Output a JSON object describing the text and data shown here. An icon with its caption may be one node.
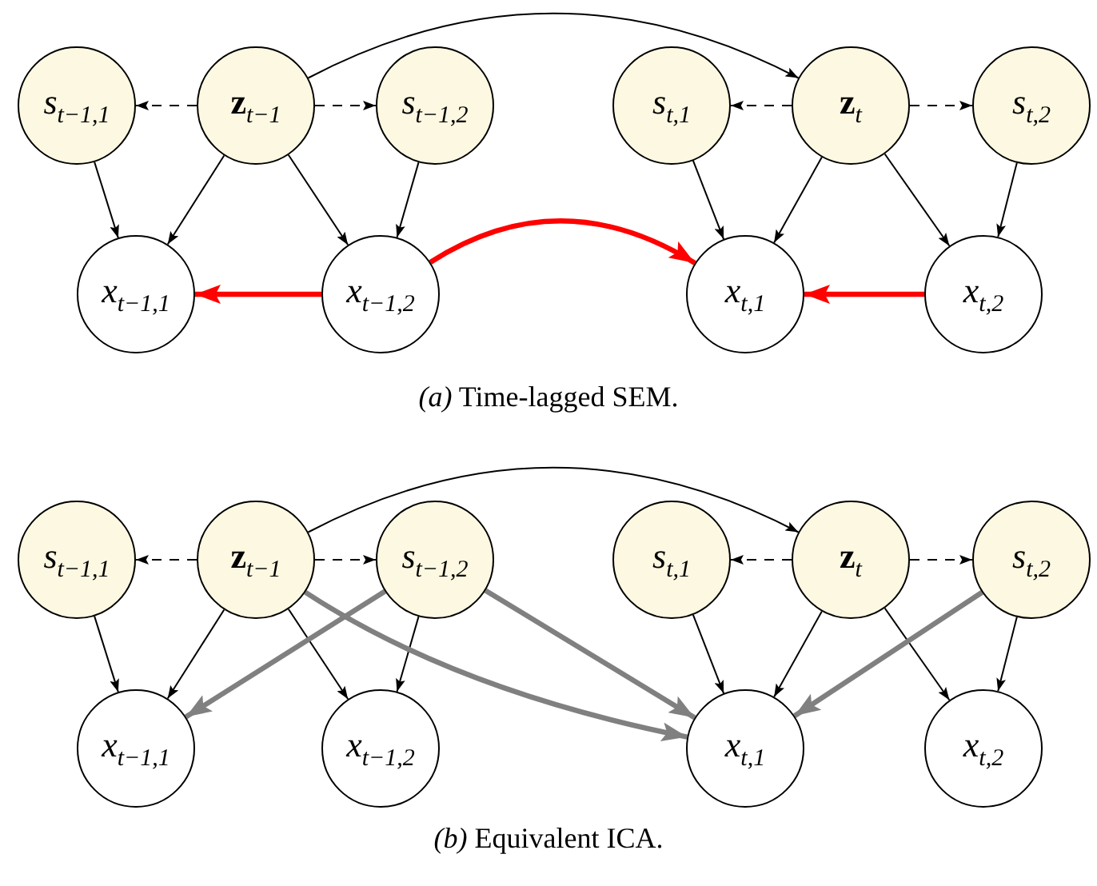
{
  "diagram": {
    "nodes": [
      {
        "text": [
          "s$_{t−1,1}$"
        ]
      },
      {
        "text": [
          "**z**$_{t−1}$"
        ]
      },
      {
        "text": [
          "s$_{t−1,2}$"
        ]
      },
      {
        "text": [
          "s$_{t,1}$"
        ]
      },
      {
        "text": [
          "**z**$_{t}$"
        ]
      },
      {
        "text": [
          "s$_{t,2}$"
        ]
      },
      {
        "text": [
          "x$_{t−1,1}$"
        ]
      },
      {
        "text": [
          "x$_{t−1,2}$"
        ]
      },
      {
        "text": [
          "x$_{t,1}$"
        ]
      },
      {
        "text": [
          "x$_{t,2}$"
        ]
      },
      {
        "text": [
          "s$_{t−1,1}$"
        ]
      },
      {
        "text": [
          "**z**$_{t−1}$"
        ]
      },
      {
        "text": [
          "s$_{t−1,2}$"
        ]
      },
      {
        "text": [
          "s$_{t,1}$"
        ]
      },
      {
        "text": [
          "**z**$_{t}$"
        ]
      },
      {
        "text": [
          "s$_{t,2}$"
        ]
      },
      {
        "text": [
          "x$_{t−1,1}$"
        ]
      },
      {
        "text": [
          "x$_{t−1,2}$"
        ]
      },
      {
        "text": [
          "x$_{t,1}$"
        ]
      },
      {
        "text": [
          "x$_{t,2}$"
        ]
      }
    ],
    "edges": [
      {
        "from": 1,
        "to": 0,
        "arrow": "to",
        "style": "dashed"
      },
      {
        "from": 1,
        "to": 2,
        "arrow": "to",
        "style": "dashed"
      },
      {
        "from": 1,
        "to": 4,
        "arrow": "to"
      },
      {
        "from": 4,
        "to": 3,
        "arrow": "to",
        "style": "dashed"
      },
      {
        "from": 4,
        "to": 5,
        "arrow": "to",
        "style": "dashed"
      },
      {
        "from": 0,
        "to": 6,
        "arrow": "to"
      },
      {
        "from": 1,
        "to": 6,
        "arrow": "to"
      },
      {
        "from": 1,
        "to": 7,
        "arrow": "to"
      },
      {
        "from": 2,
        "to": 7,
        "arrow": "to"
      },
      {
        "from": 3,
        "to": 8,
        "arrow": "to"
      },
      {
        "from": 4,
        "to": 8,
        "arrow": "to"
      },
      {
        "from": 4,
        "to": 9,
        "arrow": "to"
      },
      {
        "from": 5,
        "to": 9,
        "arrow": "to"
      },
      {
        "from": 7,
        "to": 6,
        "arrow": "to",
        "style": "thick",
        "color": "#ff0000"
      },
      {
        "from": 7,
        "to": 8,
        "arrow": "to",
        "style": "thick",
        "color": "#ff0000"
      },
      {
        "from": 9,
        "to": 8,
        "arrow": "to",
        "style": "thick",
        "color": "#ff0000"
      },
      {
        "from": 11,
        "to": 10,
        "arrow": "to",
        "style": "dashed"
      },
      {
        "from": 11,
        "to": 12,
        "arrow": "to",
        "style": "dashed"
      },
      {
        "from": 11,
        "to": 14,
        "arrow": "to"
      },
      {
        "from": 14,
        "to": 13,
        "arrow": "to",
        "style": "dashed"
      },
      {
        "from": 14,
        "to": 15,
        "arrow": "to",
        "style": "dashed"
      },
      {
        "from": 10,
        "to": 16,
        "arrow": "to"
      },
      {
        "from": 11,
        "to": 16,
        "arrow": "to"
      },
      {
        "from": 11,
        "to": 17,
        "arrow": "to"
      },
      {
        "from": 12,
        "to": 17,
        "arrow": "to"
      },
      {
        "from": 13,
        "to": 18,
        "arrow": "to"
      },
      {
        "from": 14,
        "to": 18,
        "arrow": "to"
      },
      {
        "from": 14,
        "to": 19,
        "arrow": "to"
      },
      {
        "from": 15,
        "to": 19,
        "arrow": "to"
      },
      {
        "from": 12,
        "to": 16,
        "arrow": "to",
        "style": "thick",
        "color": "#808080"
      },
      {
        "from": 11,
        "to": 18,
        "arrow": "to",
        "style": "thick",
        "color": "#808080"
      },
      {
        "from": 12,
        "to": 18,
        "arrow": "to",
        "style": "thick",
        "color": "#808080"
      },
      {
        "from": 15,
        "to": 18,
        "arrow": "to",
        "style": "thick",
        "color": "#808080"
      }
    ],
    "labels": [
      "*(a)* Time-lagged SEM.",
      "*(b)* Equivalent ICA."
    ]
  }
}
